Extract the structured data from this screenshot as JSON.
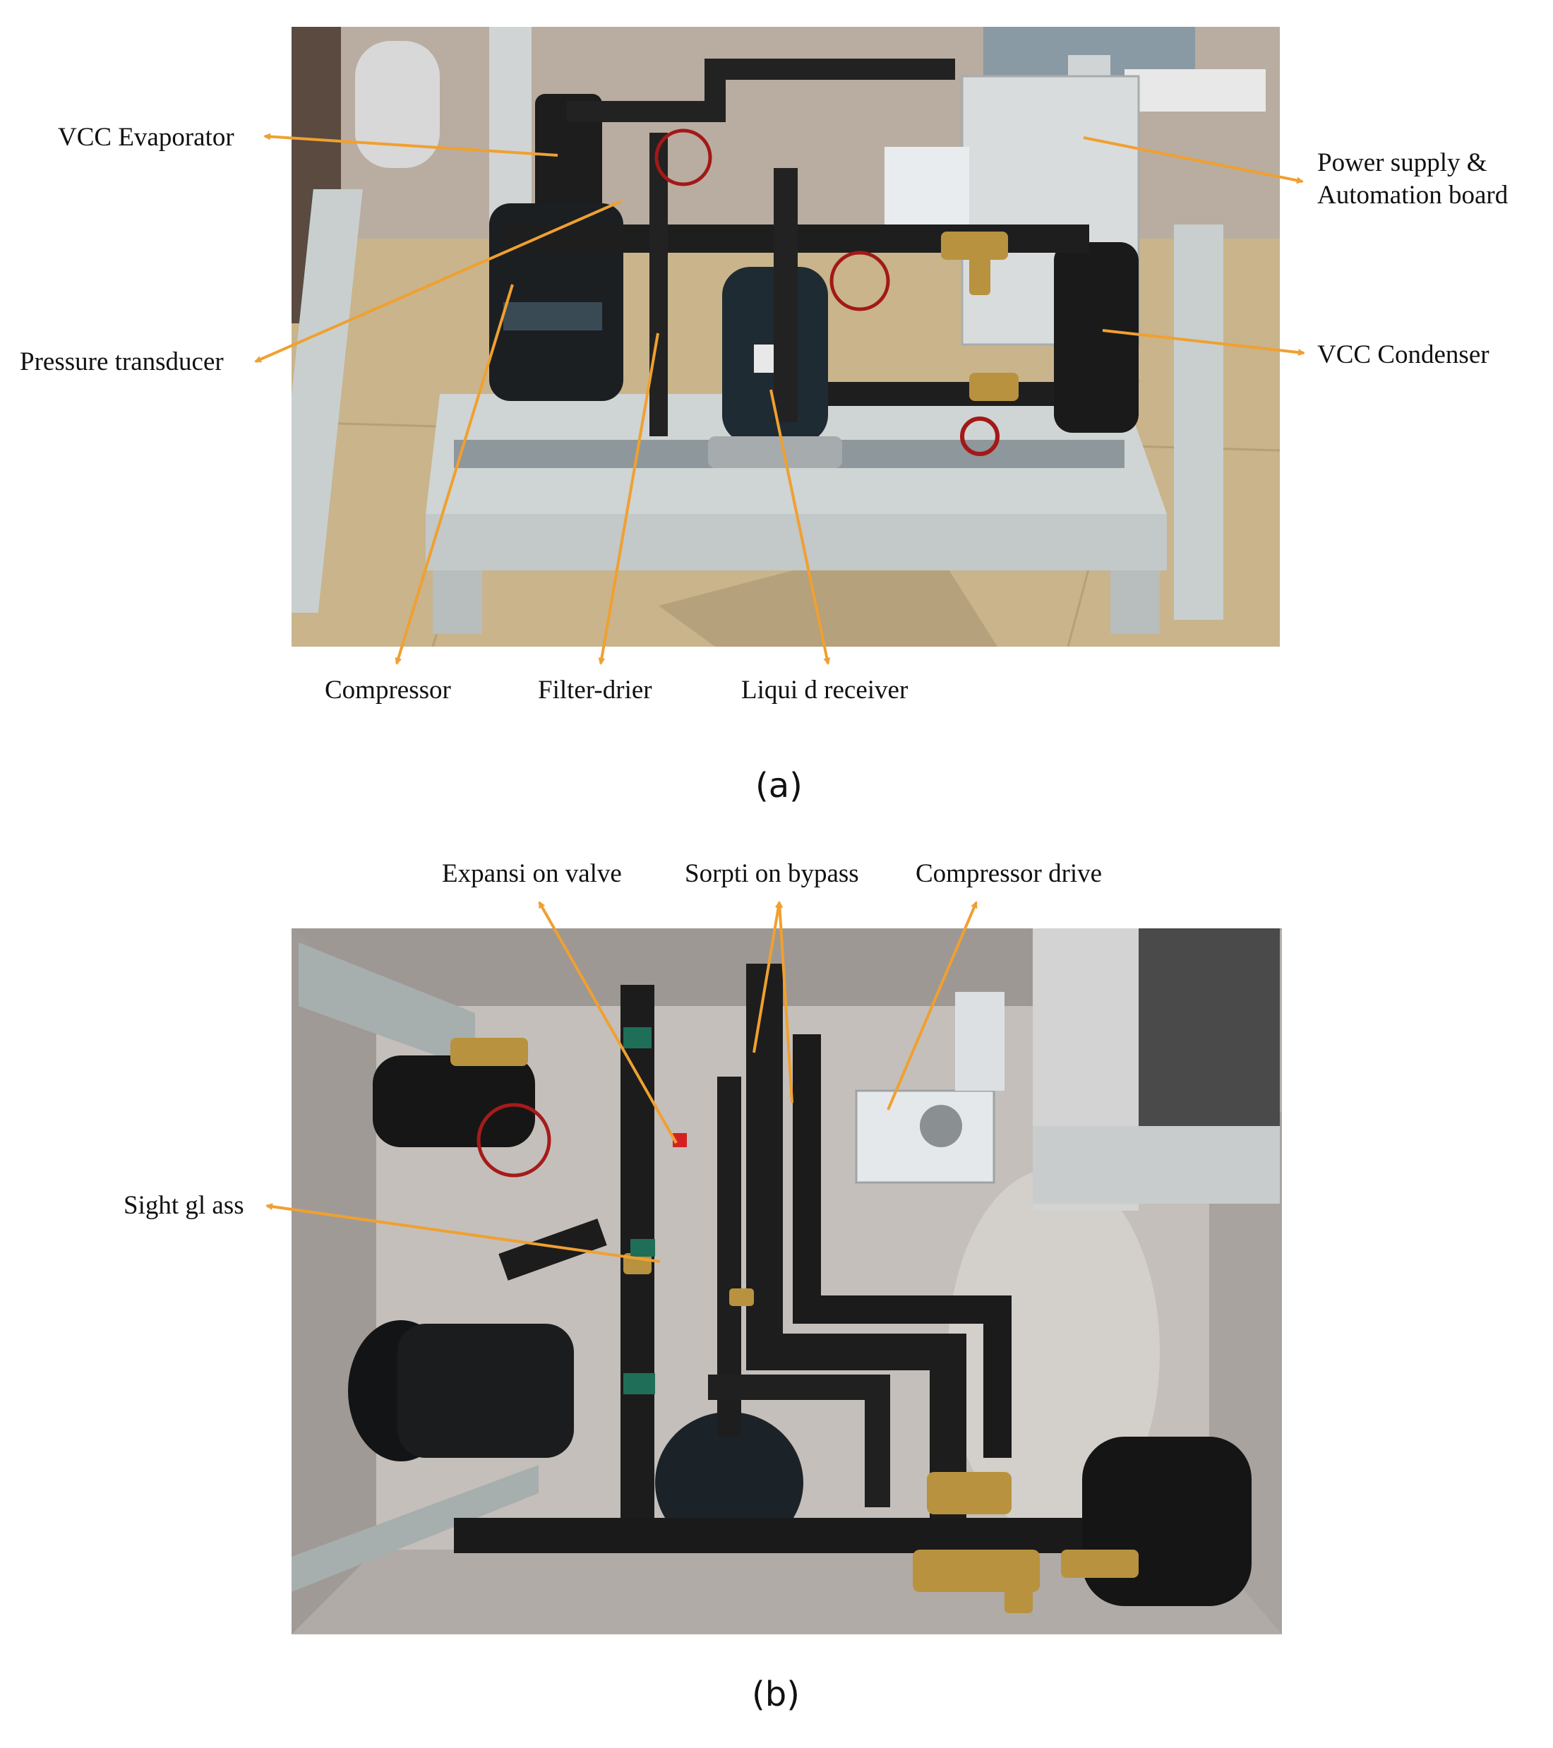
{
  "panel_a": {
    "caption": "(a)",
    "labels": {
      "vcc_evaporator": "VCC Evaporator",
      "pressure_transducer": "Pressure transducer",
      "power_supply_line1": "Power supply &",
      "power_supply_line2": "Automation board",
      "vcc_condenser": "VCC Condenser",
      "compressor": "Compressor",
      "filter_drier": "Filter-drier",
      "liquid_receiver": "Liqui d receiver"
    }
  },
  "panel_b": {
    "caption": "(b)",
    "labels": {
      "expansion_valve": "Expansi on valve",
      "sorption_bypass": "Sorpti on bypass",
      "compressor_drive": "Compressor drive",
      "sight_glass": "Sight gl ass"
    }
  },
  "colors": {
    "annotation_arrow": "#f0a030",
    "text": "#111111"
  }
}
